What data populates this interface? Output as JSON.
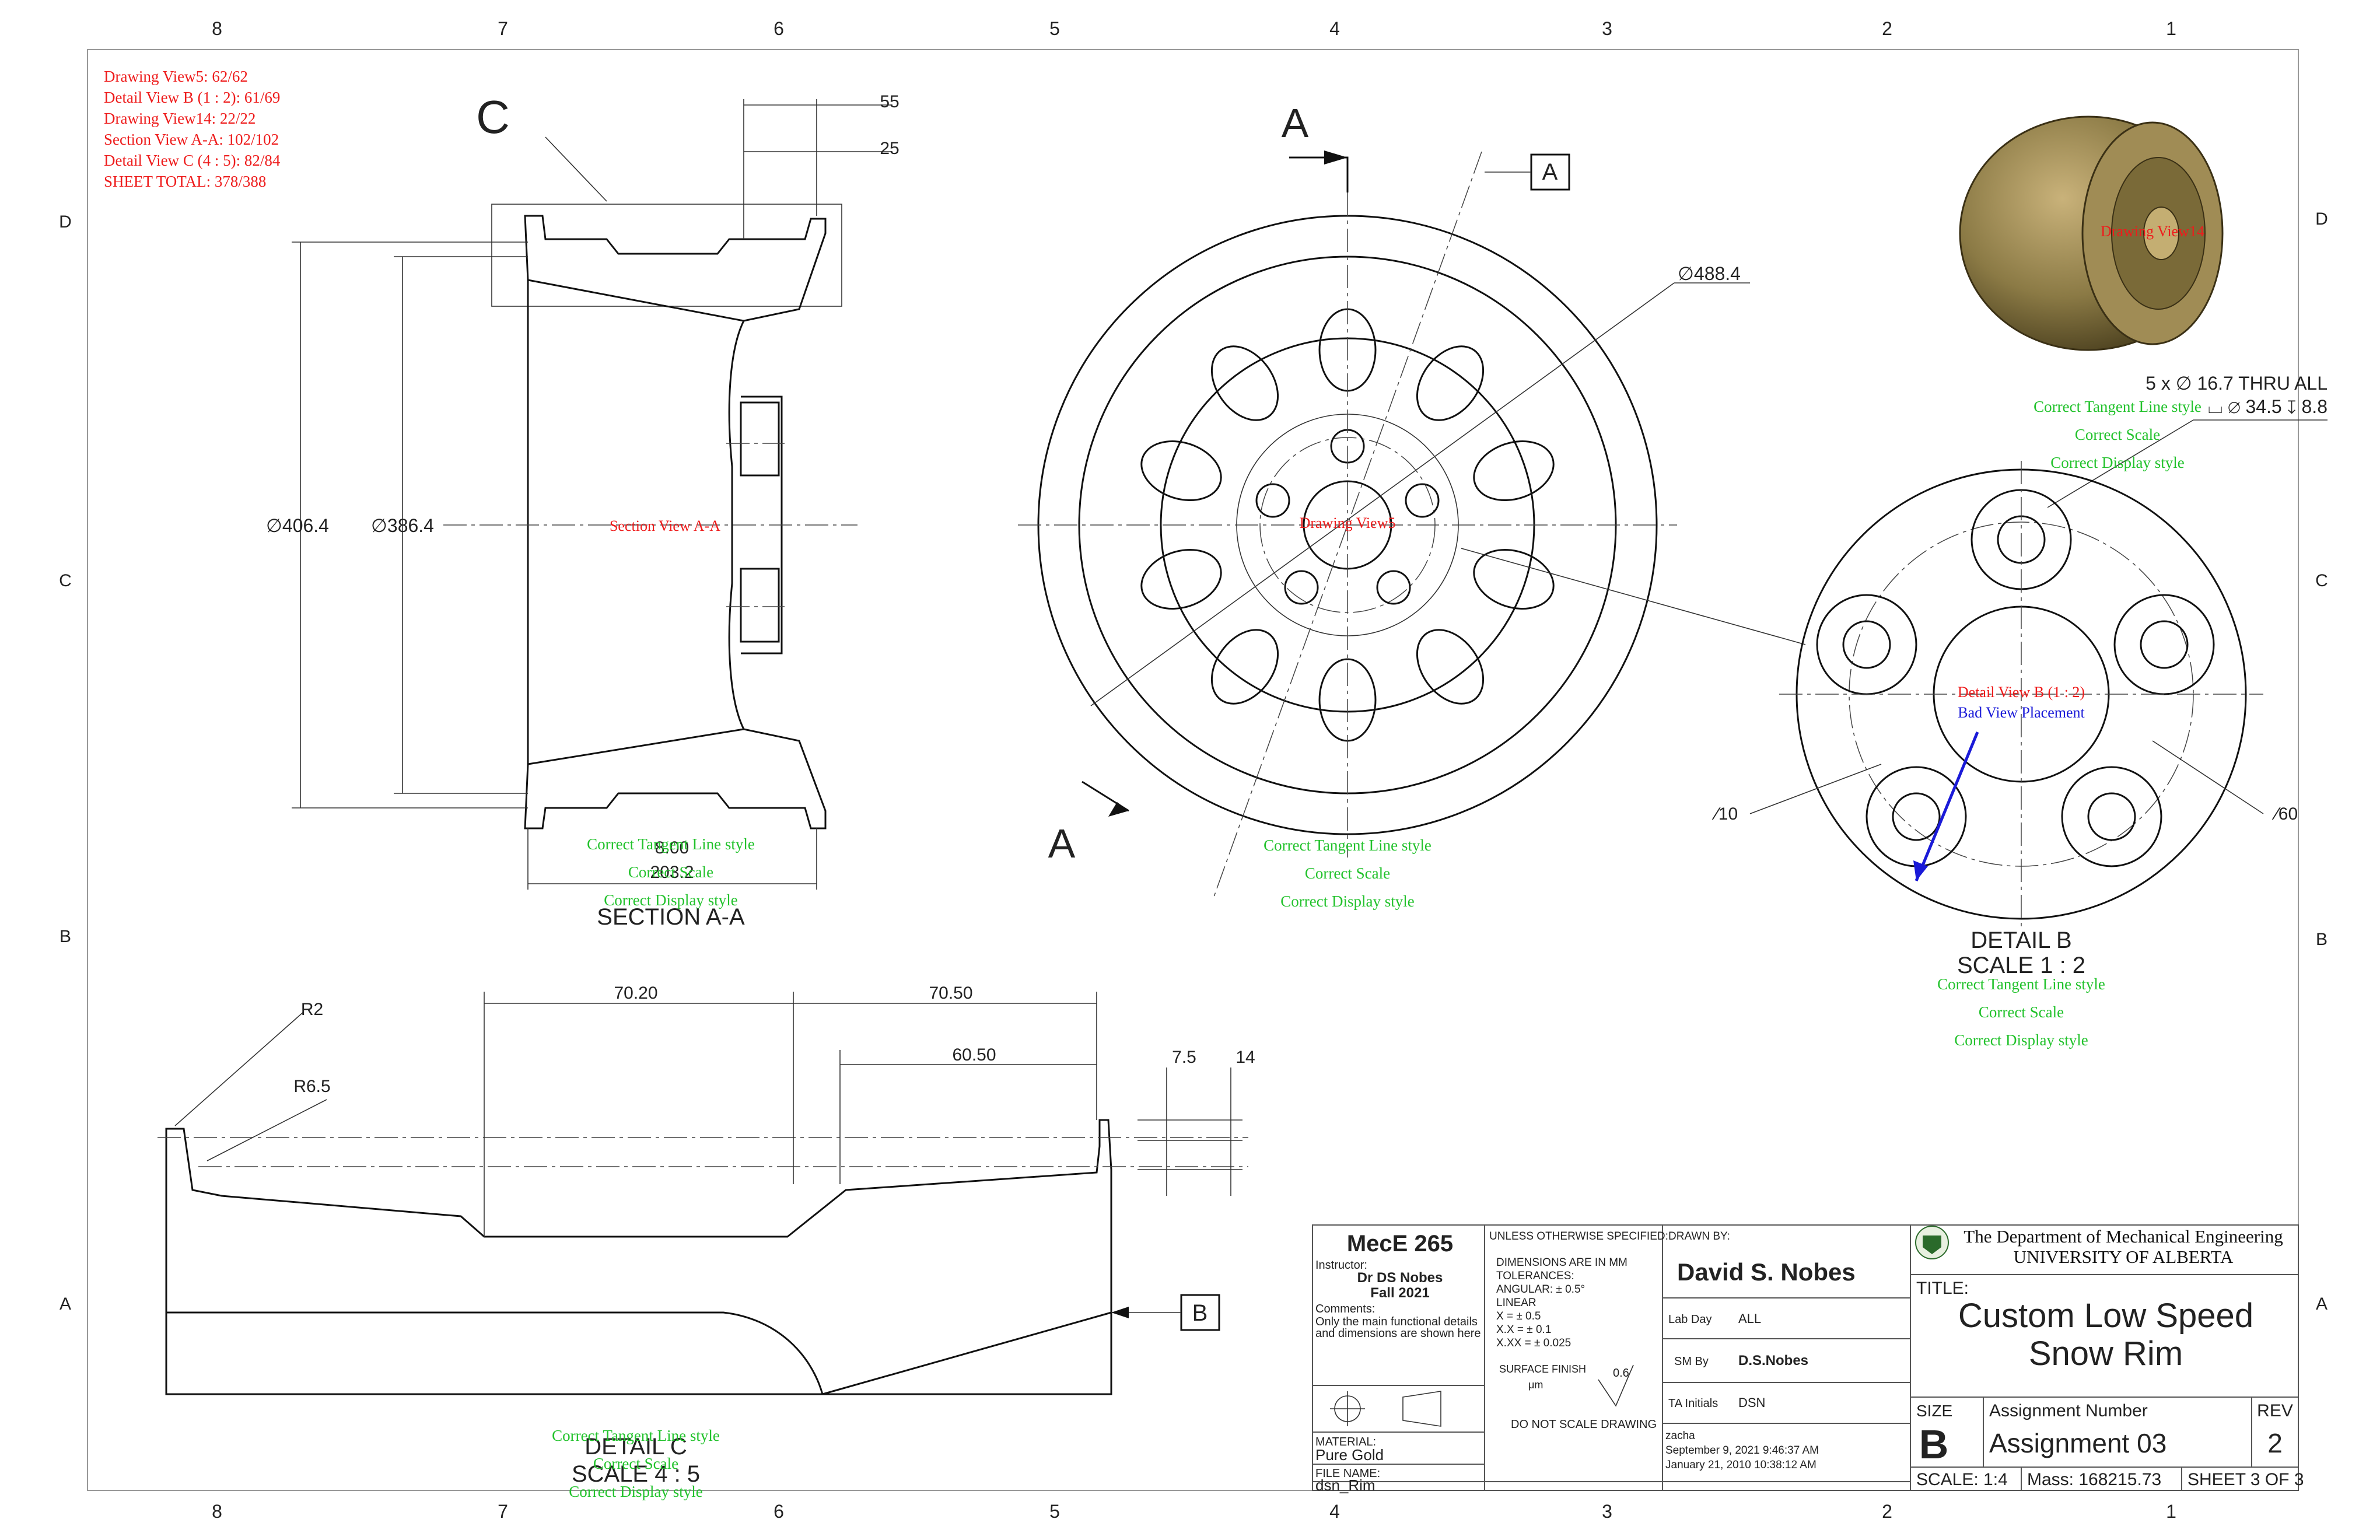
{
  "zone_columns": [
    "8",
    "7",
    "6",
    "5",
    "4",
    "3",
    "2",
    "1"
  ],
  "zone_rows": [
    "D",
    "C",
    "B",
    "A"
  ],
  "grading_summary": [
    "Drawing View5: 62/62",
    "Detail View B (1 : 2): 61/69",
    "Drawing View14: 22/22",
    "Section View A-A: 102/102",
    "Detail View C (4 : 5): 82/84",
    "SHEET TOTAL: 378/388"
  ],
  "section_view": {
    "detail_letter": "C",
    "dim_top_1": "55",
    "dim_top_2": "25",
    "dia_outer": "∅406.4",
    "dia_inner": "∅386.4",
    "dim_width_small": "8.00",
    "dim_width": "203.2",
    "center_label": "Section View A-A",
    "title": "SECTION A-A",
    "feedback": [
      "Correct Tangent Line style",
      "Correct Scale",
      "Correct Display style"
    ]
  },
  "front_view": {
    "section_letter_top": "A",
    "section_letter_bottom": "A",
    "datum": "A",
    "dia_label": "∅488.4",
    "center_label": "Drawing View5",
    "feedback": [
      "Correct Tangent Line style",
      "Correct Scale",
      "Correct Display style"
    ]
  },
  "iso_view": {
    "center_label": "Drawing View14"
  },
  "detail_b": {
    "hole_note_1": "5 x ∅ 16.7 THRU ALL",
    "hole_note_2": "⌴ ∅ 34.5 ↧ 8.8",
    "dia_left": "∕10",
    "dia_right": "∕60",
    "center_label": "Detail View B (1 : 2)",
    "bad_placement": "Bad View Placement",
    "title_1": "DETAIL B",
    "title_2": "SCALE 1 : 2",
    "feedback_top": [
      "Correct Tangent Line style",
      "Correct Scale",
      "Correct Display style"
    ],
    "feedback_bottom": [
      "Correct Tangent Line style",
      "Correct Scale",
      "Correct Display style"
    ]
  },
  "detail_c": {
    "r_outer": "R2",
    "r_inner": "R6.5",
    "dim_left": "70.20",
    "dim_right": "70.50",
    "dim_inner": "60.50",
    "dim_h1": "7.5",
    "dim_h2": "14",
    "datum": "B",
    "title_1": "DETAIL C",
    "title_2": "SCALE 4 : 5",
    "feedback": [
      "Correct Tangent Line style",
      "Correct Scale",
      "Correct Display style"
    ]
  },
  "title_block": {
    "course": "MecE 265",
    "instructor_label": "Instructor:",
    "instructor": "Dr DS Nobes",
    "term": "Fall 2021",
    "comments_label": "Comments:",
    "comments": "Only the main functional details and dimensions are shown here",
    "material_label": "MATERIAL:",
    "material": "Pure Gold",
    "file_label": "FILE NAME:",
    "file": "dsn_Rim",
    "unless": "UNLESS OTHERWISE SPECIFIED:",
    "tolerance_lines": [
      "DIMENSIONS ARE IN MM",
      "TOLERANCES:",
      "ANGULAR: ± 0.5°",
      "LINEAR",
      "X      = ± 0.5",
      "X.X    = ± 0.1",
      "X.XX = ± 0.025"
    ],
    "surface_finish": "SURFACE FINISH",
    "finish_value": "0.6",
    "finish_unit": "μm",
    "no_scale": "DO NOT SCALE DRAWING",
    "drawn_by_label": "DRAWN BY:",
    "drawn_by": "David S. Nobes",
    "lab_day_label": "Lab Day",
    "lab_day": "ALL",
    "sm_label": "SM By",
    "sm": "D.S.Nobes",
    "ta_label": "TA Initials",
    "ta": "DSN",
    "user": "zacha",
    "date_1": "September 9, 2021 9:46:37 AM",
    "date_2": "January 21, 2010 10:38:12 AM",
    "dept": "The Department of Mechanical Engineering",
    "univ": "UNIVERSITY OF ALBERTA",
    "title_label": "TITLE:",
    "title_1": "Custom Low Speed",
    "title_2": "Snow Rim",
    "size_label": "SIZE",
    "size": "B",
    "assign_label": "Assignment  Number",
    "assign": "Assignment 03",
    "rev_label": "REV",
    "rev": "2",
    "scale": "SCALE: 1:4",
    "mass": "Mass: 168215.73",
    "sheet": "SHEET 3 OF 3"
  },
  "colors": {
    "grade_red": "#ee1c1c",
    "feedback_green": "#22c22c",
    "review_blue": "#1a1ad8",
    "rim_gold": "#8b7a45"
  }
}
